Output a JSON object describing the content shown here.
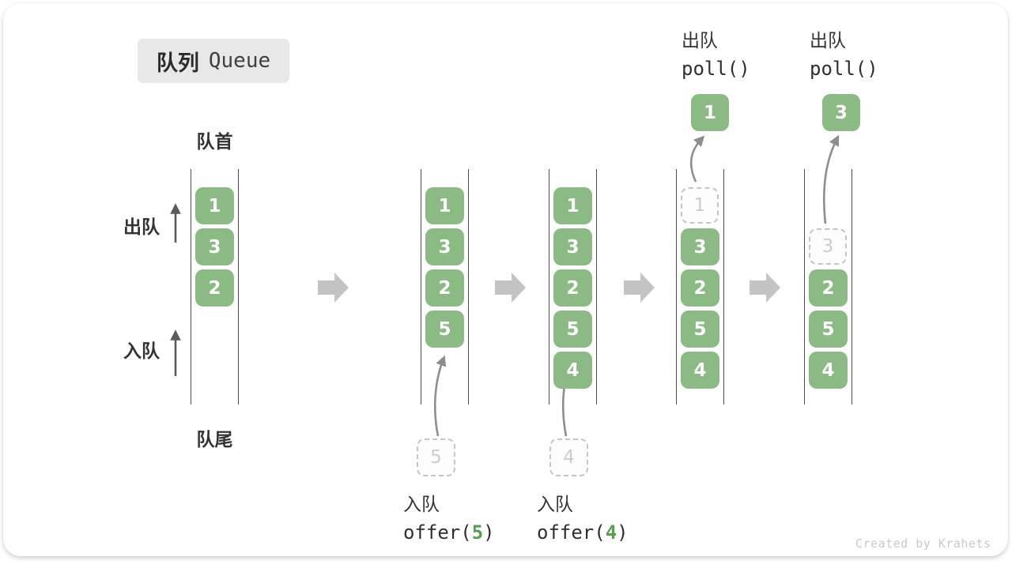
{
  "title": {
    "zh": "队列",
    "en": "Queue"
  },
  "labels": {
    "front": "队首",
    "rear": "队尾",
    "dequeue_side": "出队",
    "enqueue_side": "入队"
  },
  "watermark": "Created by Krahets",
  "colors": {
    "box_green": "#8bba84",
    "code_green": "#55a04e",
    "block_arrow_gray": "#c4c4c4",
    "curve_arrow_gray": "#8e8e8e",
    "side_arrow_dark": "#5a5a5a",
    "column_line": "#4f4f4f",
    "title_bg": "#e8e8e8",
    "dashed_border": "#c5c5c5",
    "dashed_text": "#cccccc",
    "label_dark": "#333333",
    "watermark_gray": "#c9c9c9"
  },
  "states": [
    {
      "boxes": [
        "1",
        "3",
        "2"
      ]
    },
    {
      "boxes": [
        "1",
        "3",
        "2",
        "5"
      ],
      "pending": "5",
      "op_zh": "入队",
      "op_pre": "offer(",
      "op_arg": "5",
      "op_post": ")"
    },
    {
      "boxes": [
        "1",
        "3",
        "2",
        "5",
        "4"
      ],
      "pending": "4",
      "op_zh": "入队",
      "op_pre": "offer(",
      "op_arg": "4",
      "op_post": ")"
    },
    {
      "dashed": "1",
      "boxes": [
        "3",
        "2",
        "5",
        "4"
      ],
      "popped": "1",
      "op_zh": "出队",
      "op_code": "poll()"
    },
    {
      "dashed": "3",
      "boxes": [
        "2",
        "5",
        "4"
      ],
      "popped": "3",
      "op_zh": "出队",
      "op_code": "poll()"
    }
  ]
}
